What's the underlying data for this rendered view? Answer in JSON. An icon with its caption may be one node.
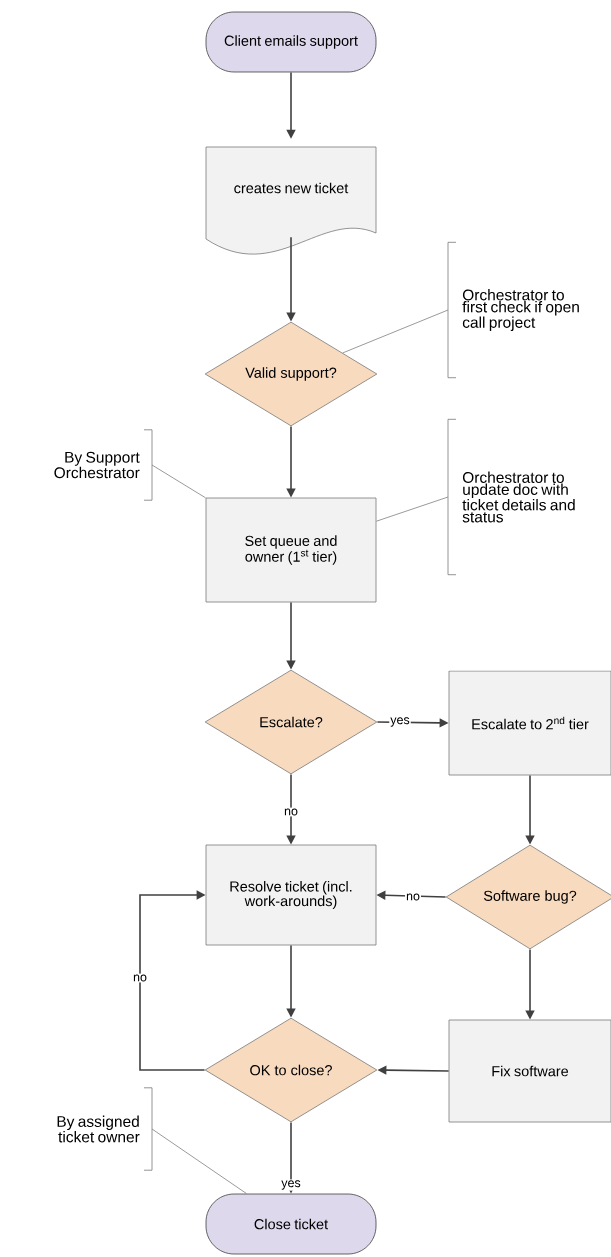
{
  "diagram": {
    "nodes": [
      {
        "text": [
          "Client emails support"
        ]
      },
      {
        "text": [
          "creates new ticket"
        ]
      },
      {
        "text": [
          "Valid support?"
        ]
      },
      {
        "text": [
          "Orchestrator to first check if open call project"
        ]
      },
      {
        "text": [
          "Set queue and owner (1$^{st}$ tier)"
        ]
      },
      {
        "text": [
          "By Support Orchestrator"
        ]
      },
      {
        "text": [
          "Orchestrator to update doc with ticket details and status"
        ]
      },
      {
        "text": [
          "Escalate?"
        ]
      },
      {
        "text": [
          "Escalate to 2$^{nd}$ tier"
        ]
      },
      {
        "text": [
          "Resolve ticket (incl. work-arounds)"
        ]
      },
      {
        "text": [
          "Software bug?"
        ]
      },
      {
        "text": [
          "OK to close?"
        ]
      },
      {
        "text": [
          "Fix software"
        ]
      },
      {
        "text": [
          "By assigned ticket owner"
        ]
      },
      {
        "text": [
          "Close ticket"
        ]
      }
    ],
    "edges": [
      {
        "from": 0,
        "to": 1,
        "arrow": "to"
      },
      {
        "from": 1,
        "to": 2,
        "arrow": "to"
      },
      {
        "from": 2,
        "to": 4,
        "arrow": "to"
      },
      {
        "from": 4,
        "to": 7,
        "arrow": "to"
      },
      {
        "from": 7,
        "to": 8,
        "arrow": "to",
        "label": "yes"
      },
      {
        "from": 7,
        "to": 9,
        "arrow": "to",
        "label": "no"
      },
      {
        "from": 8,
        "to": 10,
        "arrow": "to"
      },
      {
        "from": 10,
        "to": 9,
        "arrow": "to",
        "label": "no"
      },
      {
        "from": 10,
        "to": 12,
        "arrow": "to"
      },
      {
        "from": 9,
        "to": 11,
        "arrow": "to"
      },
      {
        "from": 12,
        "to": 11,
        "arrow": "to"
      },
      {
        "from": 11,
        "to": 9,
        "arrow": "to",
        "label": "no"
      },
      {
        "from": 11,
        "to": 14,
        "arrow": "to",
        "label": "yes"
      },
      {
        "from": 3,
        "to": 2,
        "arrow": "none",
        "color": "#808080"
      },
      {
        "from": 6,
        "to": 4,
        "arrow": "none",
        "color": "#808080"
      },
      {
        "from": 5,
        "to": 4,
        "arrow": "none",
        "color": "#808080"
      },
      {
        "from": 13,
        "to": 14,
        "arrow": "none",
        "color": "#808080"
      }
    ]
  }
}
